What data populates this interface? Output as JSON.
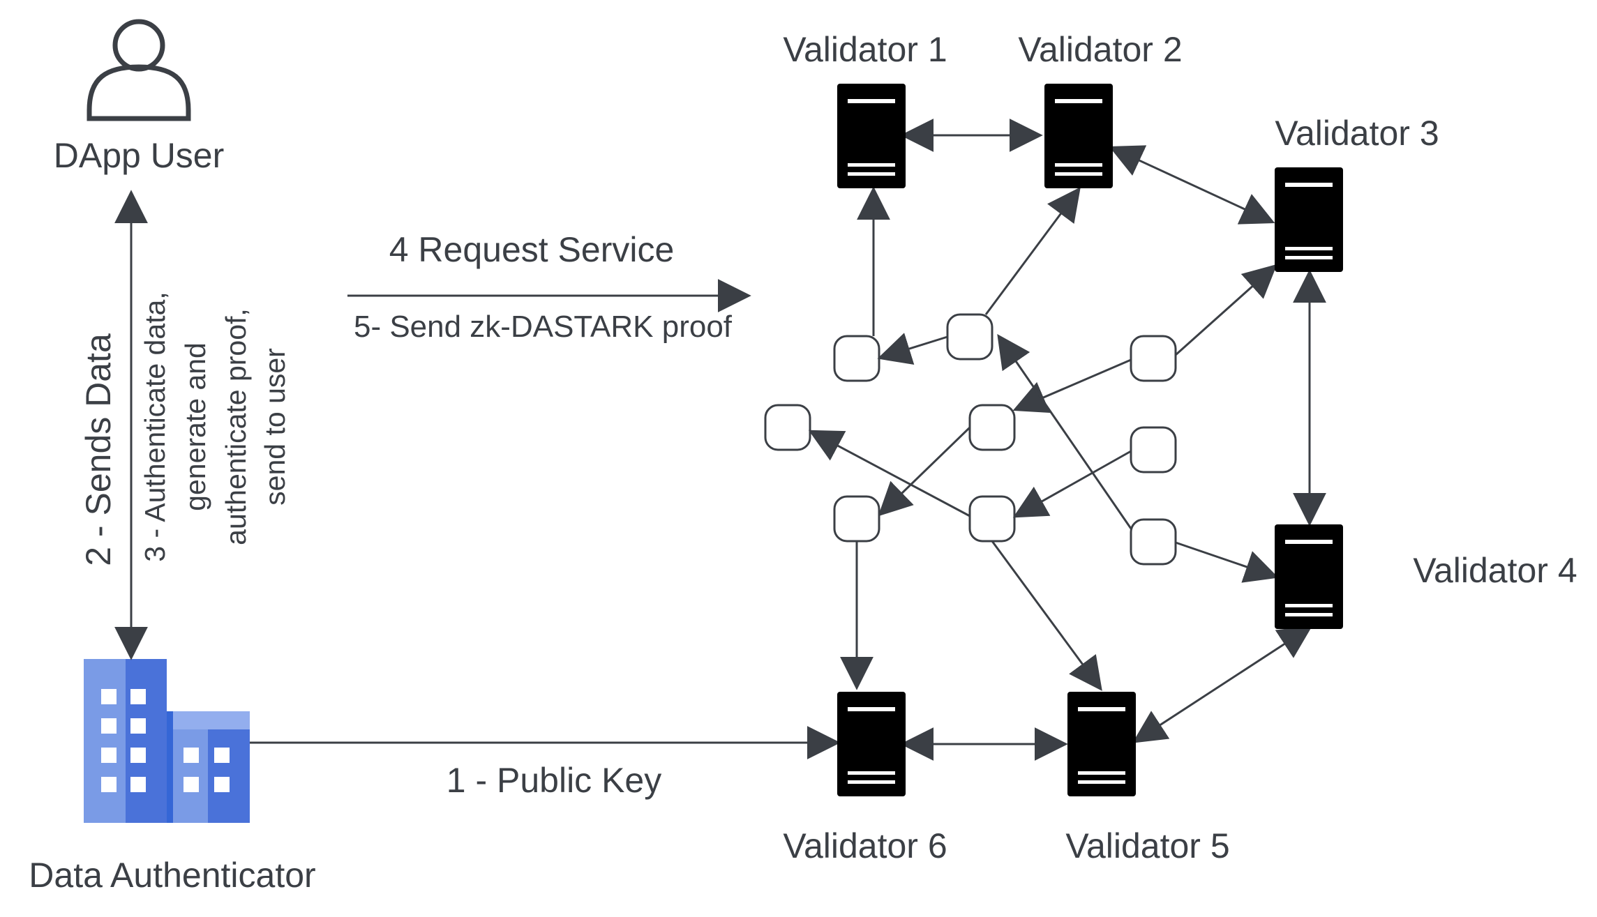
{
  "actors": {
    "user": {
      "label": "DApp User",
      "icon": "person-icon"
    },
    "authenticator": {
      "label": "Data Authenticator",
      "icon": "building-icon"
    }
  },
  "validators": [
    {
      "id": "v1",
      "label": "Validator 1",
      "icon": "server-icon"
    },
    {
      "id": "v2",
      "label": "Validator 2",
      "icon": "server-icon"
    },
    {
      "id": "v3",
      "label": "Validator 3",
      "icon": "server-icon"
    },
    {
      "id": "v4",
      "label": "Validator 4",
      "icon": "server-icon"
    },
    {
      "id": "v5",
      "label": "Validator 5",
      "icon": "server-icon"
    },
    {
      "id": "v6",
      "label": "Validator 6",
      "icon": "server-icon"
    }
  ],
  "steps": {
    "public_key": "1 - Public Key",
    "sends_data": "2 - Sends Data",
    "authenticate": [
      "3 - Authenticate data,",
      "generate and",
      "authenticate proof,",
      "send to user"
    ],
    "request_service": "4 Request Service",
    "send_proof": "5- Send zk-DASTARK proof"
  },
  "colors": {
    "line": "#3b3f45",
    "server": "#000000",
    "building_dark": "#4a72d9",
    "building_light": "#7a9be6"
  }
}
